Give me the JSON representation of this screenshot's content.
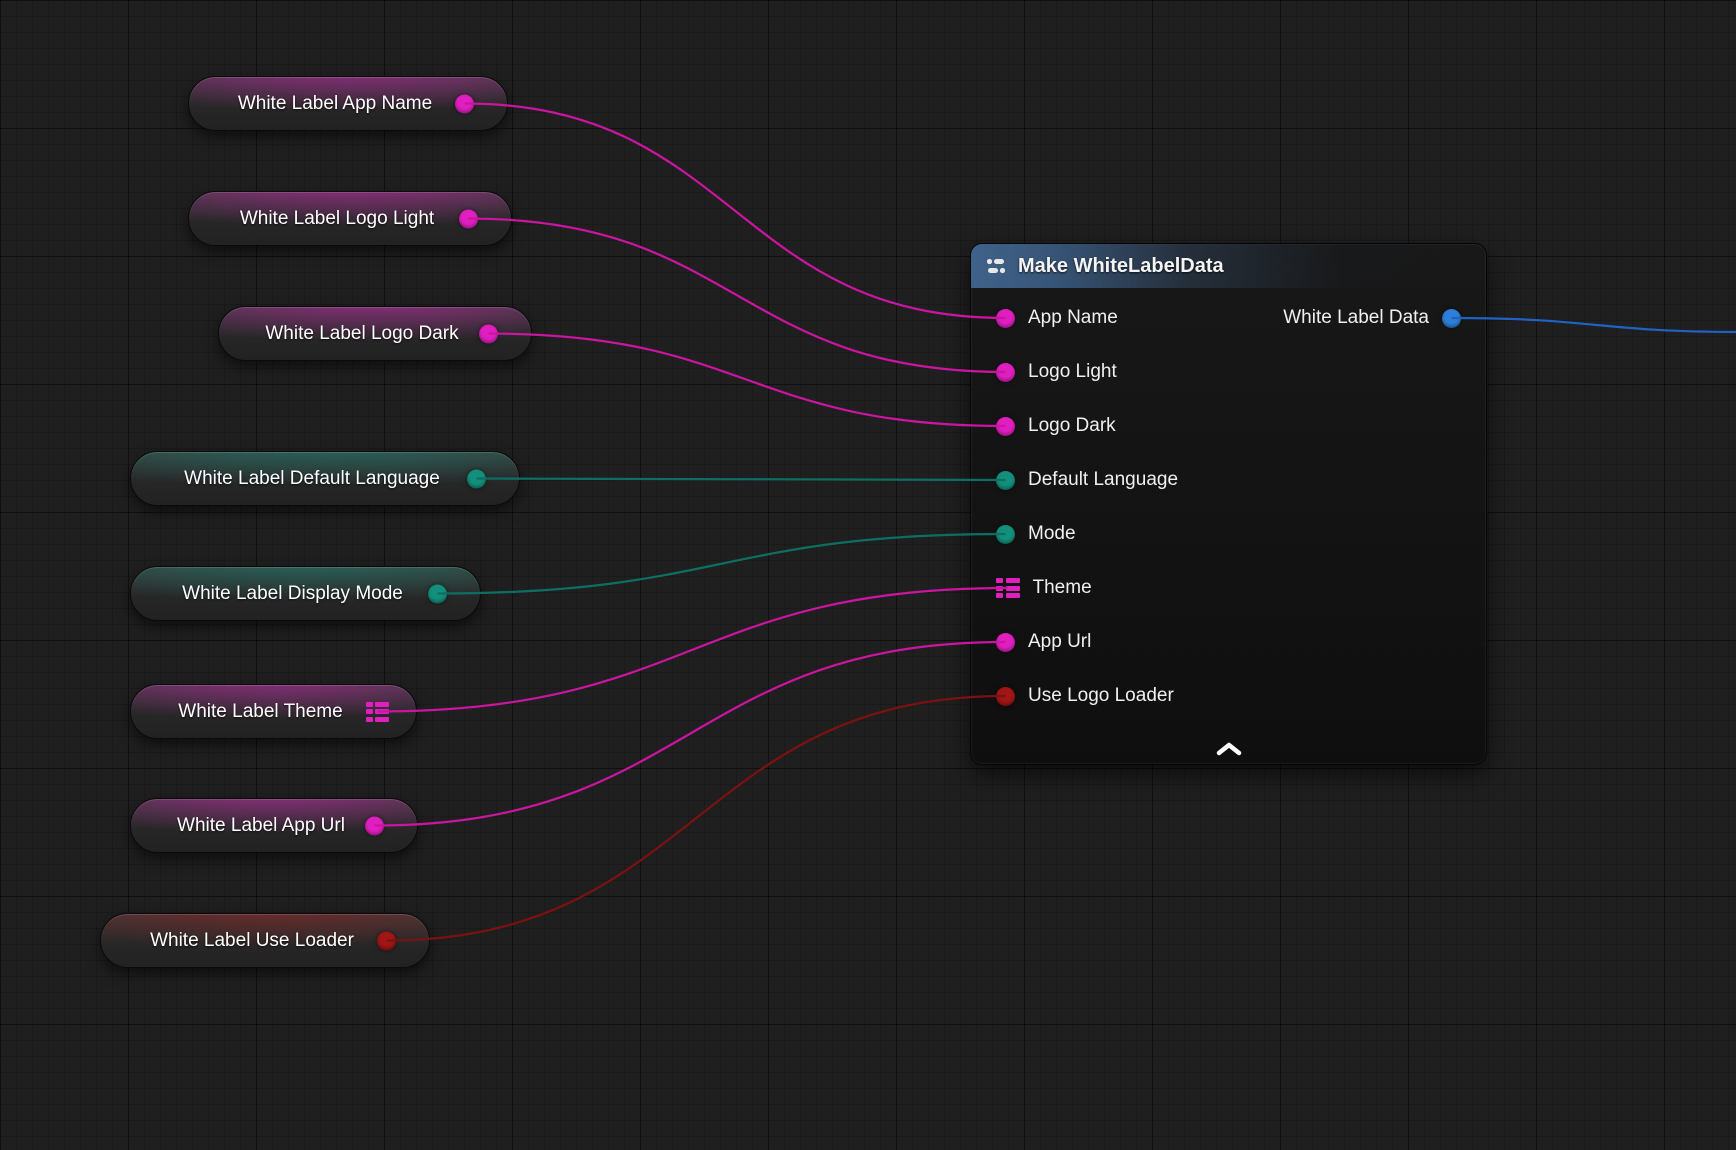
{
  "graph": {
    "background": "#1f1f1f"
  },
  "getters": [
    {
      "label": "White Label App Name",
      "pin_color": "#e01fc0",
      "pin_type": "circle"
    },
    {
      "label": "White Label Logo Light",
      "pin_color": "#e01fc0",
      "pin_type": "circle"
    },
    {
      "label": "White Label Logo Dark",
      "pin_color": "#e01fc0",
      "pin_type": "circle"
    },
    {
      "label": "White Label Default Language",
      "pin_color": "#13907c",
      "pin_type": "circle"
    },
    {
      "label": "White Label Display Mode",
      "pin_color": "#13907c",
      "pin_type": "circle"
    },
    {
      "label": "White Label Theme",
      "pin_color": "#e01fc0",
      "pin_type": "grid"
    },
    {
      "label": "White Label App Url",
      "pin_color": "#e01fc0",
      "pin_type": "circle"
    },
    {
      "label": "White Label Use Loader",
      "pin_color": "#a11616",
      "pin_type": "circle"
    }
  ],
  "make_node": {
    "title": "Make WhiteLabelData",
    "inputs": [
      {
        "label": "App Name",
        "pin_color": "#e01fc0",
        "pin_type": "circle"
      },
      {
        "label": "Logo Light",
        "pin_color": "#e01fc0",
        "pin_type": "circle"
      },
      {
        "label": "Logo Dark",
        "pin_color": "#e01fc0",
        "pin_type": "circle"
      },
      {
        "label": "Default Language",
        "pin_color": "#13907c",
        "pin_type": "circle"
      },
      {
        "label": "Mode",
        "pin_color": "#13907c",
        "pin_type": "circle"
      },
      {
        "label": "Theme",
        "pin_color": "#e01fc0",
        "pin_type": "grid"
      },
      {
        "label": "App Url",
        "pin_color": "#e01fc0",
        "pin_type": "circle"
      },
      {
        "label": "Use Logo Loader",
        "pin_color": "#a11616",
        "pin_type": "circle"
      }
    ],
    "output": {
      "label": "White Label Data",
      "pin_color": "#2e7fd8"
    }
  },
  "connections": [
    {
      "from": "getter-0",
      "to": "input-0",
      "color": "#c9159f"
    },
    {
      "from": "getter-1",
      "to": "input-1",
      "color": "#c9159f"
    },
    {
      "from": "getter-2",
      "to": "input-2",
      "color": "#c9159f"
    },
    {
      "from": "getter-3",
      "to": "input-3",
      "color": "#0d6f63"
    },
    {
      "from": "getter-4",
      "to": "input-4",
      "color": "#0d6f63"
    },
    {
      "from": "getter-5",
      "to": "input-5",
      "color": "#c9159f"
    },
    {
      "from": "getter-6",
      "to": "input-6",
      "color": "#c9159f"
    },
    {
      "from": "getter-7",
      "to": "input-7",
      "color": "#7a1212"
    },
    {
      "from": "output-0",
      "to": "edge-right",
      "color": "#2062c4"
    }
  ]
}
